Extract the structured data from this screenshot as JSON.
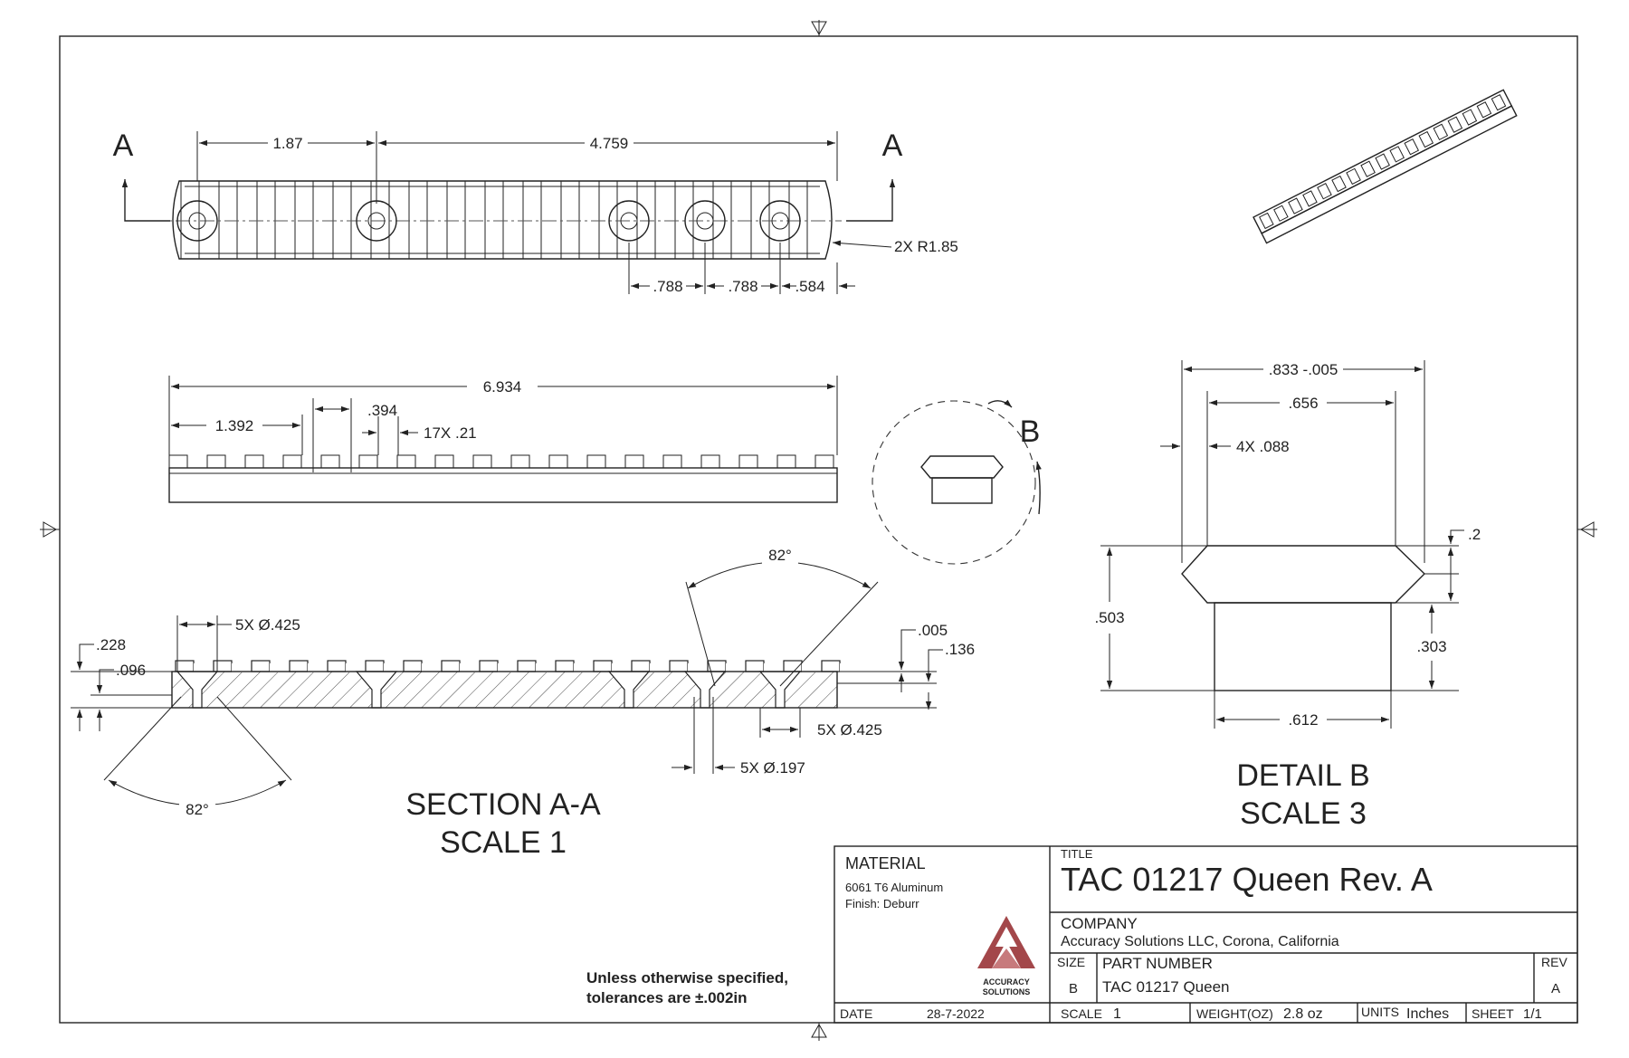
{
  "views": {
    "section_marker_left": "A",
    "section_marker_right": "A",
    "detail_marker": "B",
    "section_title_1": "SECTION A-A",
    "section_title_2": "SCALE 1",
    "detail_title_1": "DETAIL B",
    "detail_title_2": "SCALE 3"
  },
  "dimensions": {
    "top_1_87": "1.87",
    "top_4_759": "4.759",
    "radius": "2X R1.85",
    "sp1": ".788",
    "sp2": ".788",
    "sp3": ".584",
    "side_6_934": "6.934",
    "side_1_392": "1.392",
    "side_394": ".394",
    "slots": "17X .21",
    "sec_angle_top": "82°",
    "sec_angle_bottom": "82°",
    "sec_cbore_top": "5X Ø.425",
    "sec_cbore_bottom": "5X Ø.425",
    "sec_hole": "5X Ø.197",
    "sec_228": ".228",
    "sec_096": ".096",
    "sec_005": ".005",
    "sec_136": ".136",
    "det_833": ".833 -.005",
    "det_656": ".656",
    "det_088": "4X .088",
    "det_2": ".2",
    "det_503": ".503",
    "det_303": ".303",
    "det_612": ".612"
  },
  "note": {
    "line1": "Unless otherwise specified,",
    "line2": "tolerances are ±.002in"
  },
  "title_block": {
    "material_label": "MATERIAL",
    "material_value": "6061 T6 Aluminum",
    "finish": "Finish: Deburr",
    "logo_text_1": "ACCURACY",
    "logo_text_2": "SOLUTIONS",
    "logo_color": "#a3474a",
    "title_label": "TITLE",
    "title_value": "TAC 01217 Queen Rev. A",
    "company_label": "COMPANY",
    "company_value": "Accuracy Solutions LLC, Corona, California",
    "size_label": "SIZE",
    "size_value": "B",
    "part_label": "PART NUMBER",
    "part_value": "TAC 01217 Queen",
    "rev_label": "REV",
    "rev_value": "A",
    "date_label": "DATE",
    "date_value": "28-7-2022",
    "scale_label": "SCALE",
    "scale_value": "1",
    "weight_label": "WEIGHT(OZ)",
    "weight_value": "2.8 oz",
    "units_label": "UNITS",
    "units_value": "Inches",
    "sheet_label": "SHEET",
    "sheet_value": "1/1"
  }
}
